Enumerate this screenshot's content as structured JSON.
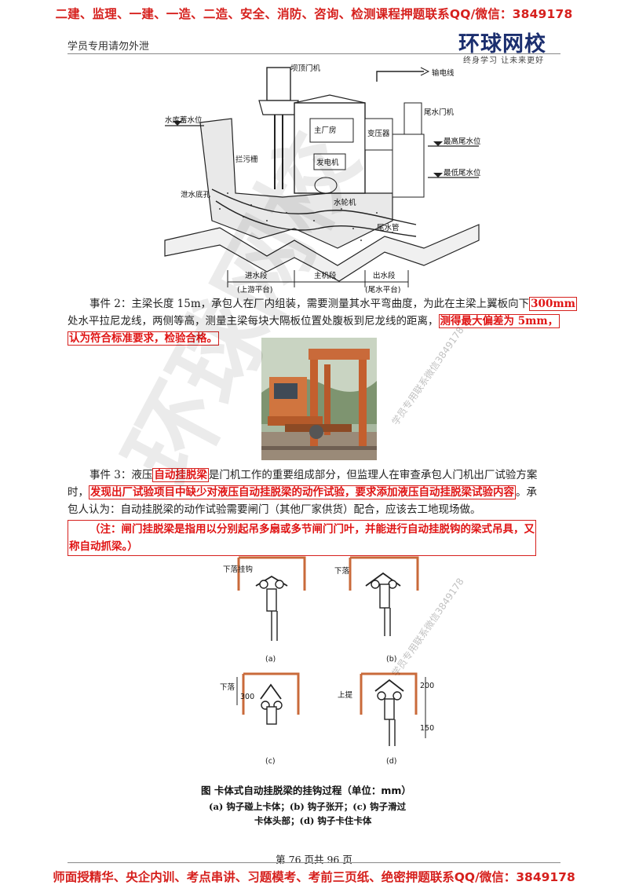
{
  "header": {
    "top_banner": "二建、监理、一建、一造、二造、安全、消防、咨询、检测课程押题联系QQ/微信：3849178",
    "left_text": "学员专用请勿外泄",
    "logo_main": "环球网校",
    "logo_sub": "终身学习  让未来更好"
  },
  "diagram1": {
    "labels": {
      "crane_top": "坝顶门机",
      "power_line": "输电线",
      "reservoir_level": "水库蓄水位",
      "main_powerhouse": "主厂房",
      "transformer": "变压器",
      "tailwater_crane": "尾水门机",
      "max_tailwater": "最高尾水位",
      "trash_rack": "拦污栅",
      "generator": "发电机",
      "min_tailwater": "最低尾水位",
      "bottom_outlet": "泄水底孔",
      "turbine": "水轮机",
      "draft_tube": "尾水管",
      "intake_section": "进水段",
      "upstream_platform": "(上游平台)",
      "main_section": "主机段",
      "outlet_section": "出水段",
      "tailwater_platform": "(尾水平台)"
    }
  },
  "event2": {
    "text_a": "事件 2：主梁长度 15m，承包人在厂内组装，需要测量其水平弯曲度，为此在主梁上翼板向下",
    "box1": "300mm",
    "text_b": "处水平拉尼龙线，两侧等高，测量主梁每块大隔板位置处腹板到尼龙线的距离，",
    "red1": "测得最大偏差为 5mm，",
    "red2": "认为符合标准要求，检验合格。"
  },
  "event3": {
    "text_a": "事件 3：液压",
    "box1": "自动挂脱梁",
    "text_b": "是门机工作的重要组成部分，但监理人在审查承包人门机出厂试验方案",
    "text_c": "时，",
    "red1": "发现出厂试验项目中缺少对液压自动挂脱梁的动作试验，要求添加液压自动挂脱梁试验内容",
    "text_d": "。承",
    "text_e": "包人认为：自动挂脱梁的动作试验需要闸门（其他厂家供货）配合，应该去工地现场做。",
    "note1": "（注：闸门挂脱梁是指用以分别起吊多扇或多节闸门门叶，并能进行自动挂脱钩的梁式吊具，又",
    "note2": "称自动抓梁。）"
  },
  "figure2": {
    "label_a": "(a)",
    "label_b": "(b)",
    "label_c": "(c)",
    "label_d": "(d)",
    "lower_hook": "下落挂钩",
    "lower": "下落",
    "lift": "上提",
    "dim_300": "300",
    "dim_150": "150",
    "dim_200": "200",
    "caption": "图    卡体式自动挂脱梁的挂钩过程（单位：mm）",
    "sub1": "(a) 钩子碰上卡体；(b) 钩子张开；(c) 钩子滑过",
    "sub2": "卡体头部；(d) 钩子卡住卡体"
  },
  "watermark": {
    "big": "环球网校",
    "small": "学员专用联系微信3849178"
  },
  "footer": {
    "page": "第 76 页共 96 页",
    "bottom_banner": "师面授精华、央企内训、考点串讲、习题模考、考前三页纸、绝密押题联系QQ/微信：3849178"
  },
  "colors": {
    "banner_red": "#d6201d",
    "highlight_red": "#e01414",
    "diagram_orange": "#c96a3a",
    "logo_navy": "#1b2e6e"
  }
}
